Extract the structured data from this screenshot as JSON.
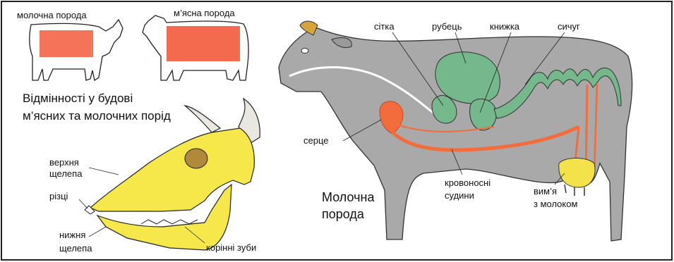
{
  "labels": {
    "dairy_breed_small": "молочна порода",
    "meat_breed_small": "м’ясна порода",
    "difference_title_line1": "Відмінності у будові",
    "difference_title_line2": "м’ясних та молочних порід",
    "upper_jaw_line1": "верхня",
    "upper_jaw_line2": "щелепа",
    "incisors": "різці",
    "lower_jaw_line1": "нижня",
    "lower_jaw_line2": "щелепа",
    "molars": "корінні зуби",
    "reticulum": "сітка",
    "rumen": "рубець",
    "omasum": "книжка",
    "abomasum": "сичуг",
    "heart": "серце",
    "blood_vessels_line1": "кровоносні",
    "blood_vessels_line2": "судини",
    "udder_line1": "вим’я",
    "udder_line2": "з молоком",
    "dairy_breed_big_line1": "Молочна",
    "dairy_breed_big_line2": "порода"
  },
  "colors": {
    "body_gray": "#a9a9a9",
    "stomach_green": "#74b88b",
    "vessel_orange": "#f26c3c",
    "skull_yellow": "#f6e84a",
    "udder_yellow": "#f3e24a",
    "meat_red": "#f25a3c",
    "horn": "#e9e7df"
  }
}
